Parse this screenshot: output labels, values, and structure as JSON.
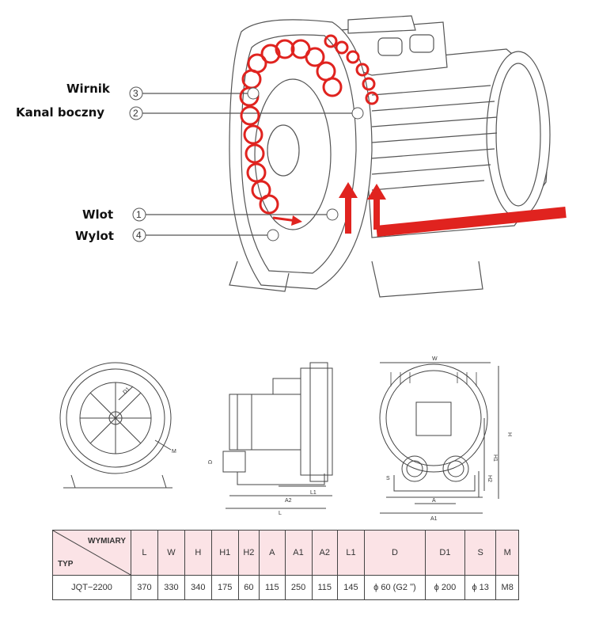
{
  "callouts": {
    "impeller": {
      "number": "3",
      "label": "Wirnik"
    },
    "side_channel": {
      "number": "2",
      "label": "Kanal boczny"
    },
    "inlet": {
      "number": "1",
      "label": "Wlot"
    },
    "outlet": {
      "number": "4",
      "label": "Wylot"
    }
  },
  "drawing_labels": {
    "d1": "D1",
    "m": "M",
    "d": "D",
    "a2": "A2",
    "l1": "L1",
    "l": "L",
    "w": "W",
    "h": "H",
    "h1": "H1",
    "h2": "H2",
    "s": "S",
    "a": "A",
    "a1": "A1"
  },
  "colors": {
    "flow_arrow": "#e0231f",
    "table_header_bg": "#fbe3e6",
    "line": "#555555"
  },
  "table": {
    "header_top": "WYMIARY",
    "header_left": "TYP",
    "columns": [
      "L",
      "W",
      "H",
      "H1",
      "H2",
      "A",
      "A1",
      "A2",
      "L1",
      "D",
      "D1",
      "S",
      "M"
    ],
    "rows": [
      {
        "type": "JQT−2200",
        "values": [
          "370",
          "330",
          "340",
          "175",
          "60",
          "115",
          "250",
          "115",
          "145",
          "ϕ 60 (G2 ʺ)",
          "ϕ 200",
          "ϕ 13",
          "M8"
        ]
      }
    ]
  }
}
